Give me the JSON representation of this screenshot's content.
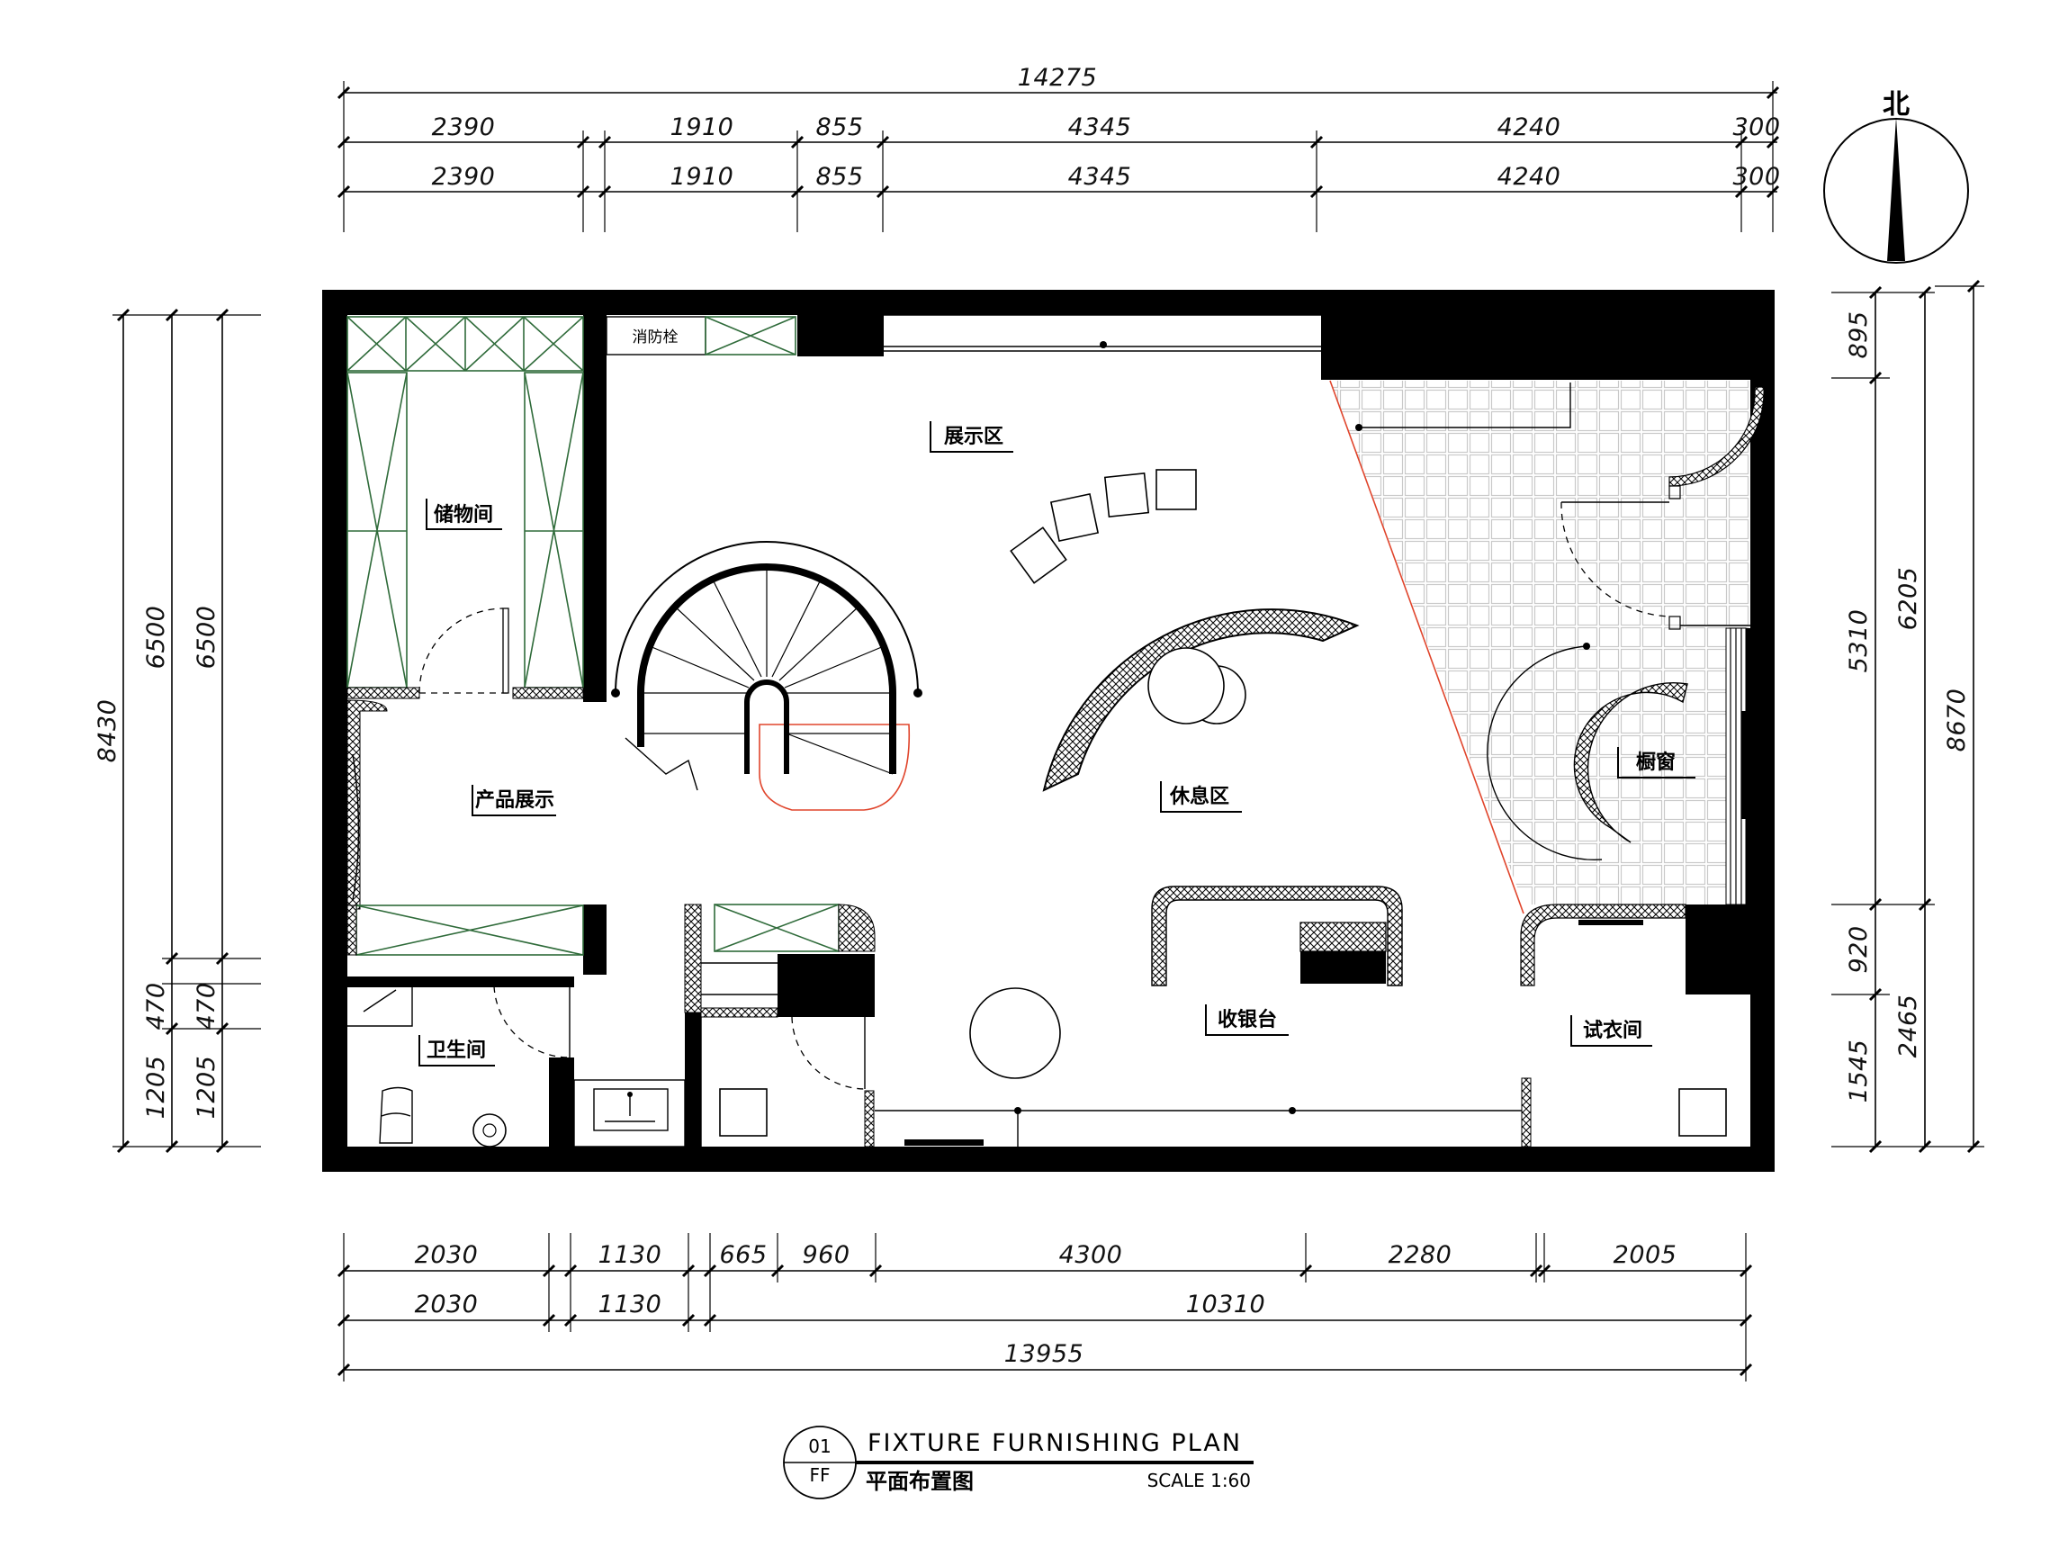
{
  "dimensions": {
    "top_total": "14275",
    "top_row1": [
      "2390",
      "1910",
      "855",
      "4345",
      "4240",
      "300"
    ],
    "top_row2": [
      "2390",
      "1910",
      "855",
      "4345",
      "4240",
      "300"
    ],
    "bottom_row1": [
      "2030",
      "1130",
      "665",
      "960",
      "4300",
      "2280",
      "2005"
    ],
    "bottom_row2": [
      "2030",
      "1130",
      "10310"
    ],
    "bottom_total": "13955",
    "left_total": "8430",
    "left_col2": [
      "6500",
      "470",
      "1205"
    ],
    "left_col3": [
      "6500",
      "470",
      "1205"
    ],
    "right_col1": [
      "895",
      "5310",
      "920",
      "1545"
    ],
    "right_col2": [
      "6205",
      "2465"
    ],
    "right_total": "8670"
  },
  "compass": {
    "label": "北"
  },
  "rooms": {
    "storage": "储物间",
    "hydrant": "消防栓",
    "display": "展示区",
    "product": "产品展示",
    "lounge": "休息区",
    "window": "橱窗",
    "cashier": "收银台",
    "fitting": "试衣间",
    "wc": "卫生间"
  },
  "title_block": {
    "number": "01",
    "code": "FF",
    "title_en": "FIXTURE FURNISHING PLAN",
    "title_cn": "平面布置图",
    "scale": "SCALE 1:60"
  }
}
